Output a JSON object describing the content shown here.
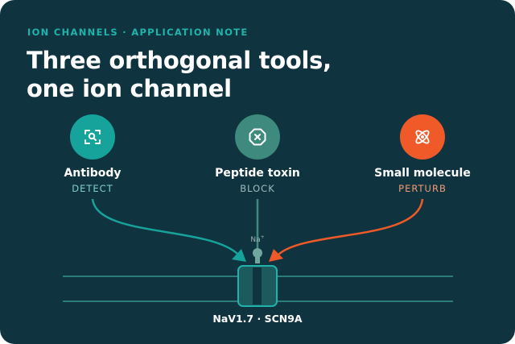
{
  "eyebrow": "ION CHANNELS · APPLICATION NOTE",
  "title": {
    "line1": "Three orthogonal tools,",
    "line2": "one ion channel"
  },
  "colors": {
    "background": "#10343f",
    "antibody": "#16a39b",
    "antibody_role": "#7fd0cb",
    "toxin": "#3e8a7e",
    "toxin_role": "#9fbcbc",
    "small_molecule": "#ef5a28",
    "small_molecule_role": "#f39a76",
    "membrane": "#2c7c7a"
  },
  "tools": [
    {
      "name": "Antibody",
      "role": "DETECT",
      "icon": "scan-search-icon"
    },
    {
      "name": "Peptide toxin",
      "role": "BLOCK",
      "icon": "blocked-octagon-icon"
    },
    {
      "name": "Small molecule",
      "role": "PERTURB",
      "icon": "atom-icon"
    }
  ],
  "ion": {
    "symbol": "Na",
    "charge": "+"
  },
  "channel_label": "NaV1.7 · SCN9A"
}
